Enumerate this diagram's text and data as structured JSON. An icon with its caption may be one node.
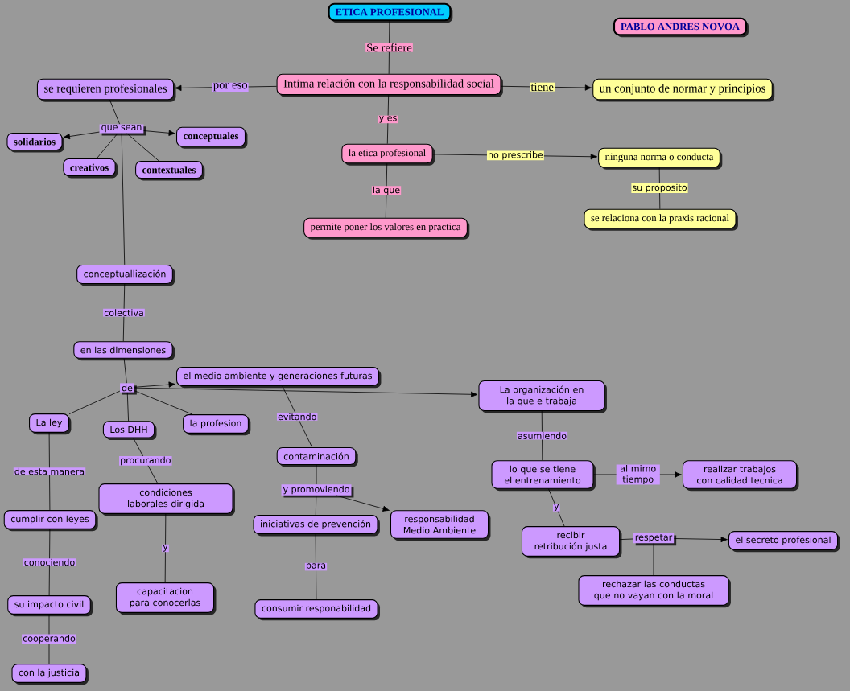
{
  "diagram": {
    "nodes": [
      {
        "text": [
          "ETICA PROFESIONAL"
        ]
      },
      {
        "text": [
          "PABLO ANDRES NOVOA"
        ]
      },
      {
        "text": [
          "Intima relación con la responsabilidad social"
        ]
      },
      {
        "text": [
          "un conjunto de normar y principios"
        ]
      },
      {
        "text": [
          "se requieren profesionales"
        ]
      },
      {
        "text": [
          "la etica profesional"
        ]
      },
      {
        "text": [
          "ninguna norma o conducta"
        ]
      },
      {
        "text": [
          "permite poner los valores en practica"
        ]
      },
      {
        "text": [
          "se relaciona con la praxis racional"
        ]
      },
      {
        "text": [
          "solidarios"
        ]
      },
      {
        "text": [
          "conceptuales"
        ]
      },
      {
        "text": [
          "creativos"
        ]
      },
      {
        "text": [
          "contextuales"
        ]
      },
      {
        "text": [
          "conceptuallización"
        ]
      },
      {
        "text": [
          "en las dimensiones"
        ]
      },
      {
        "text": [
          "el medio ambiente y generaciones futuras"
        ]
      },
      {
        "text": [
          "La organización en la que e trabaja"
        ]
      },
      {
        "text": [
          "La ley"
        ]
      },
      {
        "text": [
          "Los DHH"
        ]
      },
      {
        "text": [
          "la profesion"
        ]
      },
      {
        "text": [
          "contaminación"
        ]
      },
      {
        "text": [
          "lo que se tiene el entrenamiento"
        ]
      },
      {
        "text": [
          "realizar trabajos con calidad tecnica"
        ]
      },
      {
        "text": [
          "cumplir con leyes"
        ]
      },
      {
        "text": [
          "condiciones laborales dirigida"
        ]
      },
      {
        "text": [
          "iniciativas de prevención"
        ]
      },
      {
        "text": [
          "responsabilidad Medio Ambiente"
        ]
      },
      {
        "text": [
          "recibir retribución justa"
        ]
      },
      {
        "text": [
          "el secreto profesional"
        ]
      },
      {
        "text": [
          "rechazar las conductas que no vayan con la moral"
        ]
      },
      {
        "text": [
          "capacitacion para conocerlas"
        ]
      },
      {
        "text": [
          "su impacto civil"
        ]
      },
      {
        "text": [
          "consumir responabilidad"
        ]
      },
      {
        "text": [
          "con la justicia"
        ]
      },
      {
        "text": [
          "que sean"
        ]
      },
      {
        "text": [
          "de"
        ]
      },
      {
        "text": [
          "y promoviendo"
        ]
      },
      {
        "text": [
          "respetar"
        ]
      }
    ],
    "edges": [
      {
        "from": 0,
        "to": 2,
        "arrow": "none",
        "label": "Se refiere"
      },
      {
        "from": 2,
        "to": 4,
        "arrow": "to",
        "label": "por eso"
      },
      {
        "from": 2,
        "to": 3,
        "arrow": "to",
        "label": "tiene"
      },
      {
        "from": 2,
        "to": 5,
        "arrow": "none",
        "label": "y es"
      },
      {
        "from": 5,
        "to": 7,
        "arrow": "none",
        "label": "la que"
      },
      {
        "from": 5,
        "to": 6,
        "arrow": "to",
        "label": "no prescribe"
      },
      {
        "from": 6,
        "to": 8,
        "arrow": "none",
        "label": "su proposito"
      },
      {
        "from": 4,
        "to": 34,
        "arrow": "none"
      },
      {
        "from": 34,
        "to": 9,
        "arrow": "to"
      },
      {
        "from": 34,
        "to": 10,
        "arrow": "to"
      },
      {
        "from": 34,
        "to": 11,
        "arrow": "none"
      },
      {
        "from": 34,
        "to": 12,
        "arrow": "none"
      },
      {
        "from": 34,
        "to": 13,
        "arrow": "none"
      },
      {
        "from": 13,
        "to": 14,
        "arrow": "none",
        "label": "colectiva"
      },
      {
        "from": 14,
        "to": 35,
        "arrow": "none"
      },
      {
        "from": 35,
        "to": 15,
        "arrow": "to"
      },
      {
        "from": 35,
        "to": 16,
        "arrow": "to"
      },
      {
        "from": 35,
        "to": 17,
        "arrow": "none"
      },
      {
        "from": 35,
        "to": 18,
        "arrow": "none"
      },
      {
        "from": 35,
        "to": 19,
        "arrow": "none"
      },
      {
        "from": 15,
        "to": 20,
        "arrow": "none",
        "label": "evitando"
      },
      {
        "from": 20,
        "to": 36,
        "arrow": "none"
      },
      {
        "from": 36,
        "to": 25,
        "arrow": "none"
      },
      {
        "from": 36,
        "to": 26,
        "arrow": "to"
      },
      {
        "from": 25,
        "to": 32,
        "arrow": "none",
        "label": "para"
      },
      {
        "from": 17,
        "to": 23,
        "arrow": "none",
        "label": "de esta manera"
      },
      {
        "from": 23,
        "to": 31,
        "arrow": "none",
        "label": "conociendo"
      },
      {
        "from": 31,
        "to": 33,
        "arrow": "none",
        "label": "cooperando"
      },
      {
        "from": 18,
        "to": 24,
        "arrow": "none",
        "label": "procurando"
      },
      {
        "from": 24,
        "to": 30,
        "arrow": "none",
        "label": "y"
      },
      {
        "from": 16,
        "to": 21,
        "arrow": "none",
        "label": "asumiendo"
      },
      {
        "from": 21,
        "to": 22,
        "arrow": "to",
        "label": "al mimo tiempo"
      },
      {
        "from": 21,
        "to": 27,
        "arrow": "none",
        "label": "y"
      },
      {
        "from": 27,
        "to": 37,
        "arrow": "none"
      },
      {
        "from": 37,
        "to": 28,
        "arrow": "to"
      },
      {
        "from": 37,
        "to": 29,
        "arrow": "none"
      }
    ]
  }
}
